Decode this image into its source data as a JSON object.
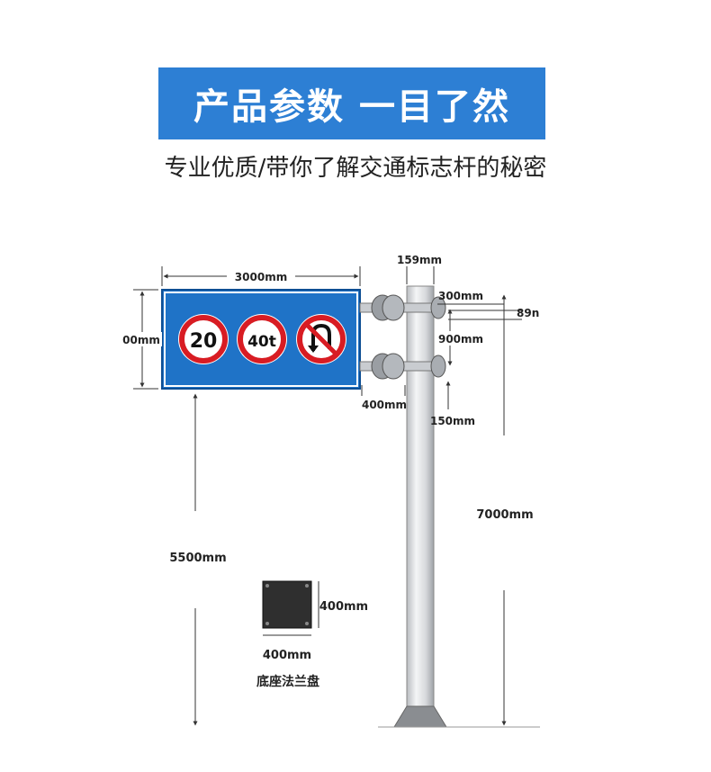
{
  "header": {
    "title": "产品参数 一目了然",
    "subtitle": "专业优质/带你了解交通标志杆的秘密"
  },
  "sign": {
    "signs": [
      "20",
      "40t",
      "no-u-turn-icon"
    ],
    "colors": {
      "board": "#1f73c7",
      "ring": "#d81c23",
      "accent": "#2d7fd4"
    }
  },
  "dimensions": {
    "board_width": "3000mm",
    "board_height": "00mm",
    "pole_top_diameter": "159mm",
    "bracket_spacing_top": "300mm",
    "side_cut": "89n",
    "bracket_spacing": "900mm",
    "bracket_offset": "400mm",
    "pole_flange": "150mm",
    "pole_height": "7000mm",
    "clearance": "5500mm",
    "base_side": "400mm",
    "base_bottom": "400mm"
  },
  "base": {
    "label": "底座法兰盘"
  }
}
